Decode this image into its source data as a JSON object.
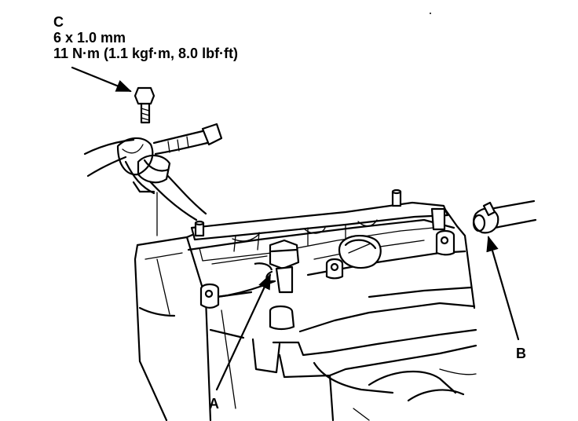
{
  "callout_c": {
    "letter": "C",
    "size": "6 x 1.0 mm",
    "torque": "11 N·m (1.1 kgf·m, 8.0 lbf·ft)"
  },
  "label_a": "A",
  "label_b": "B",
  "colors": {
    "ink": "#000000",
    "paper": "#ffffff"
  }
}
